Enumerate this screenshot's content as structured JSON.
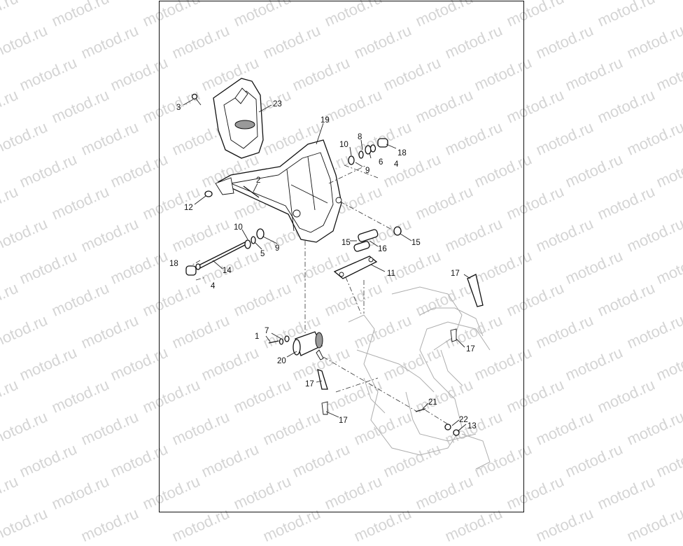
{
  "watermark": "motod.ru",
  "callouts": {
    "c1": "1",
    "c2": "2",
    "c3": "3",
    "c4a": "4",
    "c4b": "4",
    "c5": "5",
    "c6": "6",
    "c7": "7",
    "c8": "8",
    "c9a": "9",
    "c9b": "9",
    "c10a": "10",
    "c10b": "10",
    "c11": "11",
    "c12": "12",
    "c13": "13",
    "c14": "14",
    "c15a": "15",
    "c15b": "15",
    "c16": "16",
    "c17a": "17",
    "c17b": "17",
    "c17c": "17",
    "c17d": "17",
    "c18a": "18",
    "c18b": "18",
    "c19": "19",
    "c20": "20",
    "c21": "21",
    "c22": "22",
    "c23": "23"
  }
}
